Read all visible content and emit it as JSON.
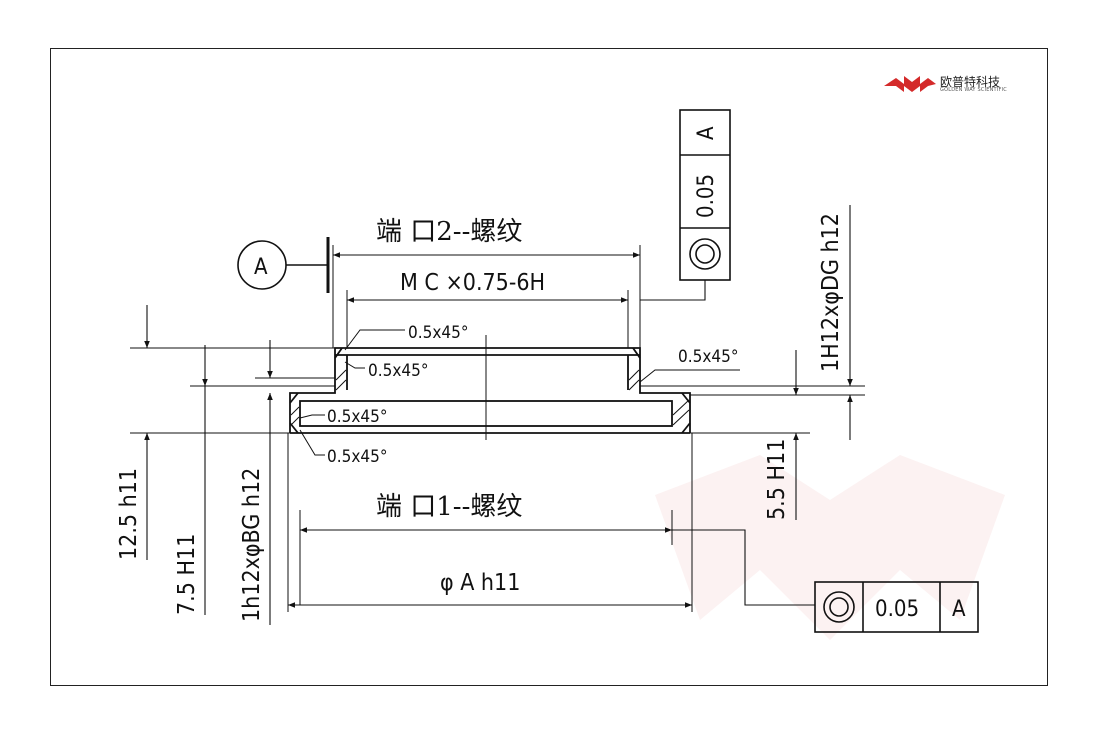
{
  "logo": {
    "name_cn": "欧普特科技",
    "name_en": "GOLDEN WAY SCIENTIFIC",
    "color": "#d42a2a"
  },
  "datum": {
    "letter": "A"
  },
  "labels": {
    "port2_title": "端 口2--螺纹",
    "port2_thread": "M C ×0.75-6H",
    "port1_title": "端 口1--螺纹",
    "dia_a": "φ A h11",
    "dim_12_5": "12.5 h11",
    "dim_7_5": "7.5 H11",
    "dim_1h12_bg": "1h12xφBG h12",
    "dim_1h12_dg": "1H12xφDG h12",
    "dim_5_5": "5.5 H11",
    "chamfer_1": "0.5x45°",
    "chamfer_2": "0.5x45°",
    "chamfer_3": "0.5x45°",
    "chamfer_4": "0.5x45°",
    "chamfer_5": "0.5x45°"
  },
  "tolerance_frames": {
    "top": {
      "symbol": "concentricity-icon",
      "value": "0.05",
      "datum": "A"
    },
    "bottom": {
      "symbol": "concentricity-icon",
      "value": "0.05",
      "datum": "A"
    }
  }
}
